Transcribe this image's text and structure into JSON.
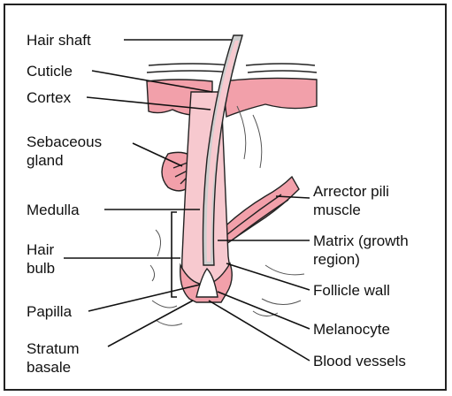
{
  "diagram": {
    "labels_left": {
      "hair_shaft": "Hair shaft",
      "cuticle": "Cuticle",
      "cortex": "Cortex",
      "sebaceous_gland": "Sebaceous\ngland",
      "medulla": "Medulla",
      "hair_bulb": "Hair\nbulb",
      "papilla": "Papilla",
      "stratum_basale": "Stratum\nbasale"
    },
    "labels_right": {
      "arrector_pili": "Arrector pili\nmuscle",
      "matrix": "Matrix (growth\nregion)",
      "follicle_wall": "Follicle wall",
      "melanocyte": "Melanocyte",
      "blood_vessels": "Blood vessels"
    },
    "colors": {
      "tissue_pink": "#f2a0aa",
      "light_pink": "#f7c9cf",
      "hair_gray": "#cfcfcf",
      "outline": "#222222"
    }
  }
}
